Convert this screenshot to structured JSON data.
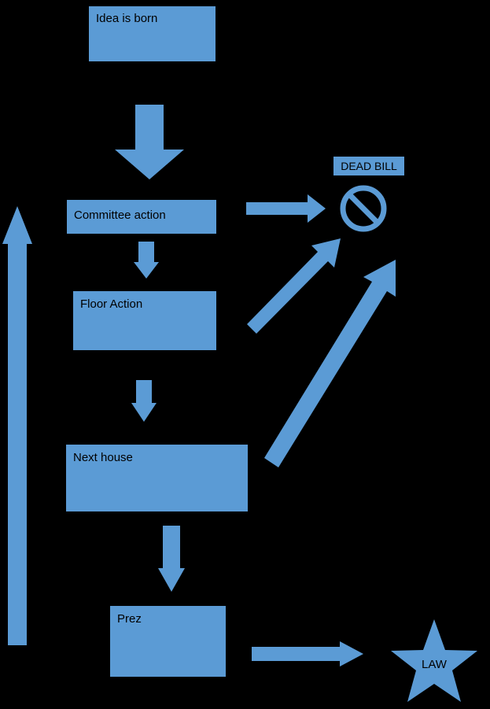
{
  "colors": {
    "background": "#000000",
    "shape_fill": "#5B9BD5",
    "text": "#000000"
  },
  "nodes": {
    "idea": {
      "label": "Idea is born"
    },
    "committee": {
      "label": "Committee action"
    },
    "floor": {
      "label": "Floor Action"
    },
    "next_house": {
      "label": "Next house"
    },
    "prez": {
      "label": "Prez"
    },
    "dead_bill": {
      "label": "DEAD BILL"
    },
    "law": {
      "label": "LAW"
    }
  },
  "icons": {
    "dead_bill_symbol": "no-entry-icon",
    "law_shape": "star-shape"
  }
}
